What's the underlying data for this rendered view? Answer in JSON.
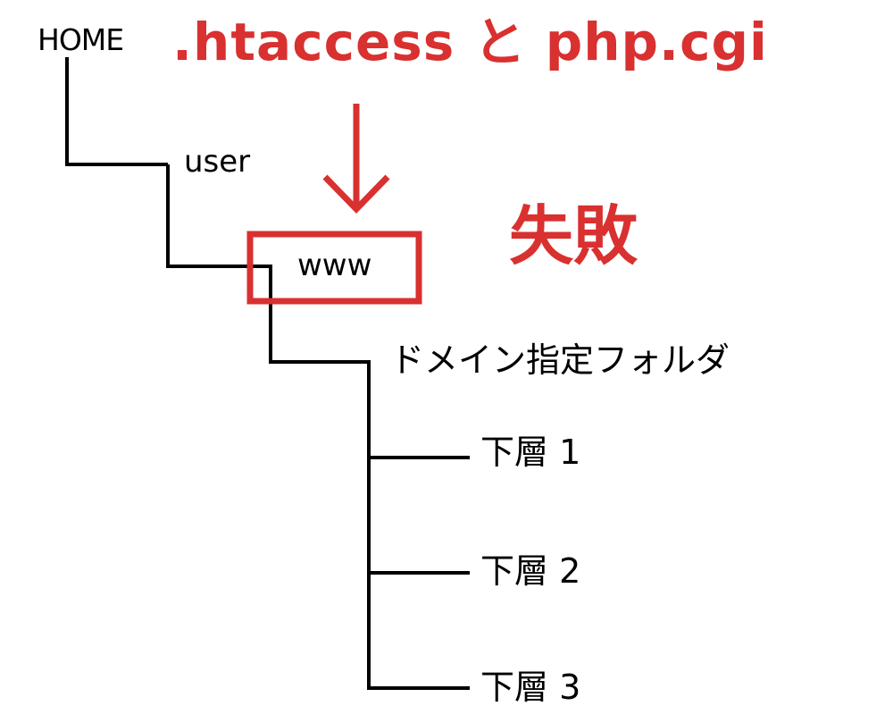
{
  "diagram": {
    "tree": {
      "home": "HOME",
      "user": "user",
      "www": "www",
      "domain_folder": "ドメイン指定フォルダ",
      "sub1": "下層 1",
      "sub2": "下層 2",
      "sub3": "下層 3"
    },
    "annotation": {
      "files": ".htaccess と php.cgi",
      "result": "失敗"
    },
    "colors": {
      "line": "#000000",
      "accent": "#d93030",
      "text": "#000000"
    }
  }
}
